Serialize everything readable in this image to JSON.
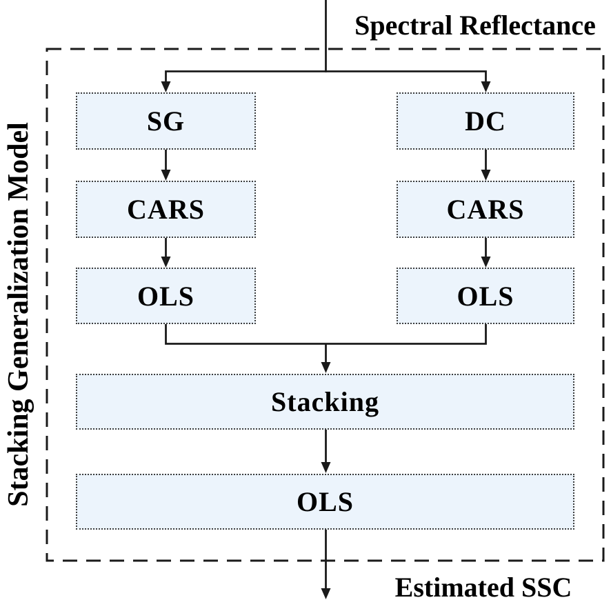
{
  "labels": {
    "input": "Spectral Reflectance",
    "output": "Estimated SSC",
    "side": "Stacking Generalization Model"
  },
  "nodes": {
    "sg": {
      "label": "SG"
    },
    "dc": {
      "label": "DC"
    },
    "cars_left": {
      "label": "CARS"
    },
    "cars_right": {
      "label": "CARS"
    },
    "ols_left": {
      "label": "OLS"
    },
    "ols_right": {
      "label": "OLS"
    },
    "stacking": {
      "label": "Stacking"
    },
    "ols_final": {
      "label": "OLS"
    }
  },
  "colors": {
    "box_fill": "#ecf4fc",
    "box_border": "#3c3c3c",
    "line": "#1a1a1a",
    "text": "#000000"
  }
}
